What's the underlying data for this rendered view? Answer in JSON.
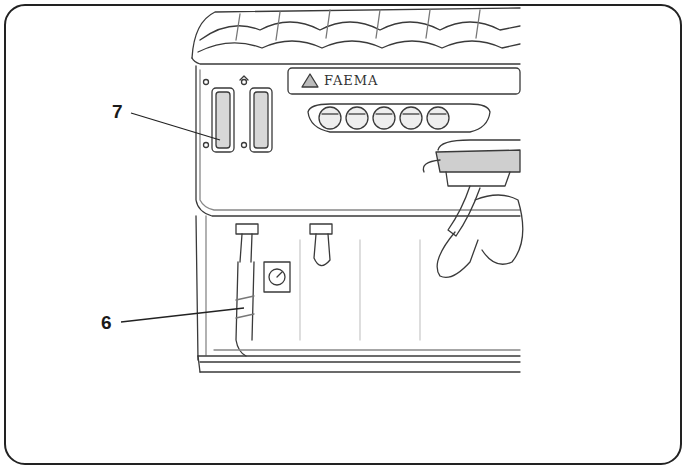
{
  "diagram": {
    "labels": [
      "7",
      "6",
      "FAEMA"
    ]
  }
}
